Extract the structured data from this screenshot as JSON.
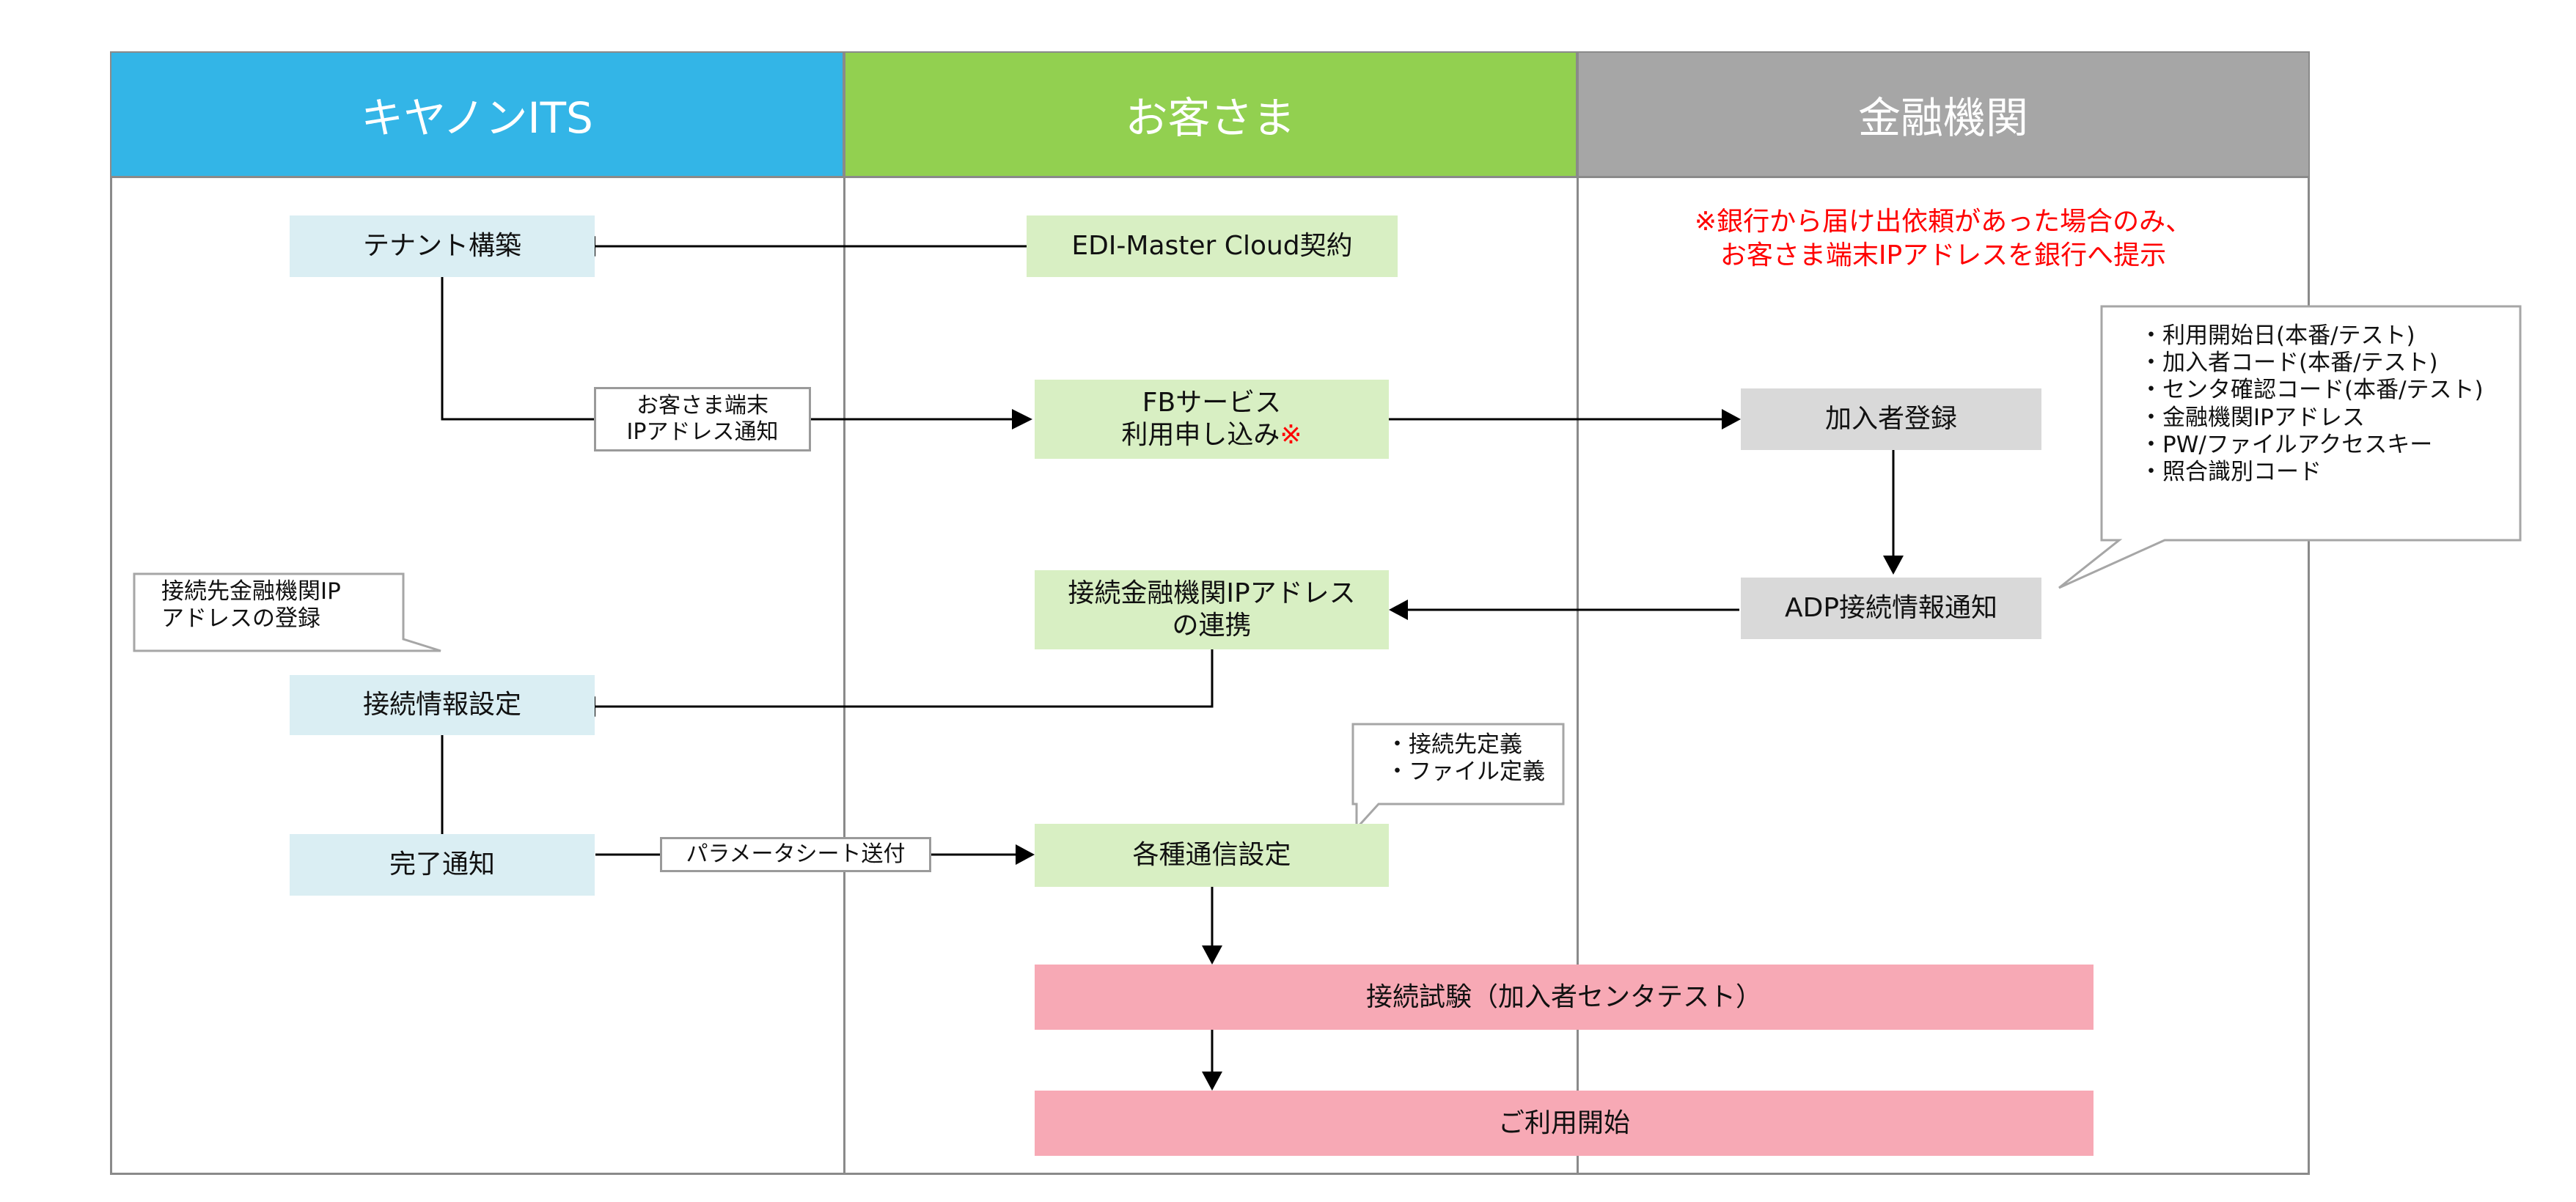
{
  "lanes": [
    {
      "label": "キヤノンITS",
      "color": "#33b5e7"
    },
    {
      "label": "お客さま",
      "color": "#92d050"
    },
    {
      "label": "金融機関",
      "color": "#a6a6a6"
    }
  ],
  "steps": {
    "tenant": "テナント構築",
    "contract": "EDI-Master Cloud契約",
    "fb_line1": "FBサービス",
    "fb_line2": "利用申し込み",
    "fb_mark": "※",
    "register": "加入者登録",
    "adp": "ADP接続情報通知",
    "link_line1": "接続金融機関IPアドレス",
    "link_line2": "の連携",
    "conn_setting": "接続情報設定",
    "done": "完了通知",
    "comm": "各種通信設定",
    "test": "接続試験（加入者センタテスト）",
    "start": "ご利用開始"
  },
  "edge_labels": {
    "ip_notify_line1": "お客さま端末",
    "ip_notify_line2": "IPアドレス通知",
    "param_sheet": "パラメータシート送付"
  },
  "note": {
    "line1": "※銀行から届け出依頼があった場合のみ、",
    "line2": "お客さま端末IPアドレスを銀行へ提示"
  },
  "callouts": {
    "bank_info": [
      "・利用開始日(本番/テスト)",
      "・加入者コード(本番/テスト)",
      "・センタ確認コード(本番/テスト)",
      "・金融機関IPアドレス",
      "・PW/ファイルアクセスキー",
      "・照合識別コード"
    ],
    "bank_ip": [
      "接続先金融機関IP",
      "アドレスの登録"
    ],
    "defs": [
      "・接続先定義",
      "・ファイル定義"
    ]
  },
  "colors": {
    "its_box": "#daeef3",
    "customer_box": "#d8efc3",
    "bank_box": "#d9d9d9",
    "shared_box": "#f7a9b5",
    "note_text": "#ff0000"
  }
}
